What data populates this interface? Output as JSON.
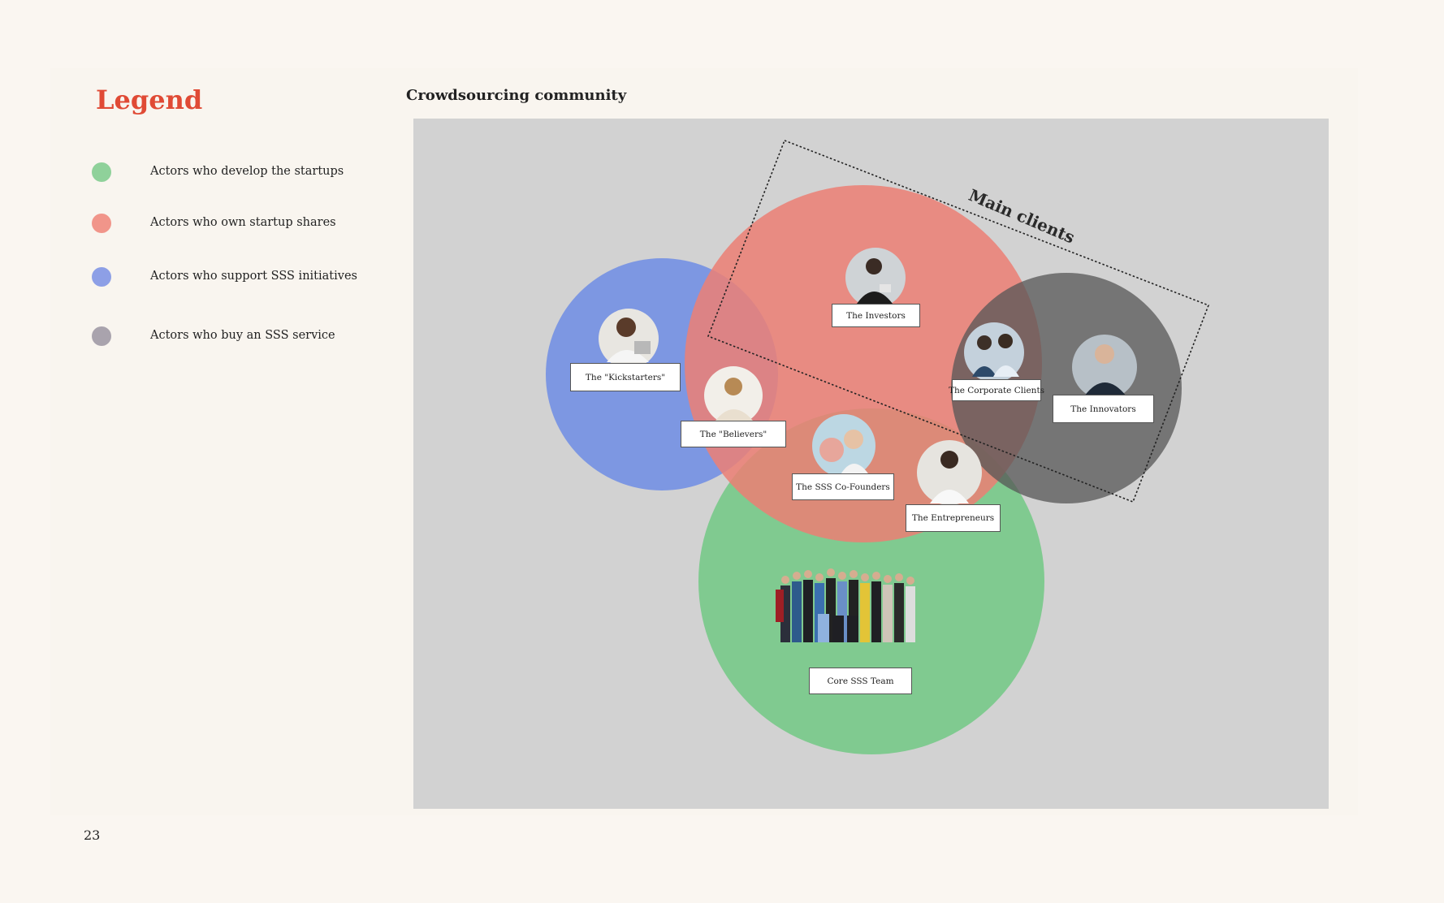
{
  "legend": {
    "title": "Legend",
    "items": [
      {
        "label": "Actors who develop the startups",
        "color": "#8fd19a"
      },
      {
        "label": "Actors who own startup shares",
        "color": "#f1958a"
      },
      {
        "label": "Actors who support SSS initiatives",
        "color": "#8d9fe6"
      },
      {
        "label": "Actors who buy an SSS service",
        "color": "#a9a3ad"
      }
    ]
  },
  "diagram": {
    "title": "Crowdsourcing community",
    "region_label": "Main clients",
    "groups": {
      "kickstarters": "The \"Kickstarters\"",
      "believers": "The \"Believers\"",
      "investors": "The Investors",
      "corporate_clients": "The Corporate Clients",
      "innovators": "The Innovators",
      "co_founders": "The SSS Co-Founders",
      "entrepreneurs": "The Entrepreneurs",
      "core_team": "Core SSS Team"
    },
    "colors": {
      "develop": "#78c98a",
      "own": "#ec7f74",
      "support": "#7591e3",
      "buy": "#5e5e5e"
    }
  },
  "page_number": "23"
}
